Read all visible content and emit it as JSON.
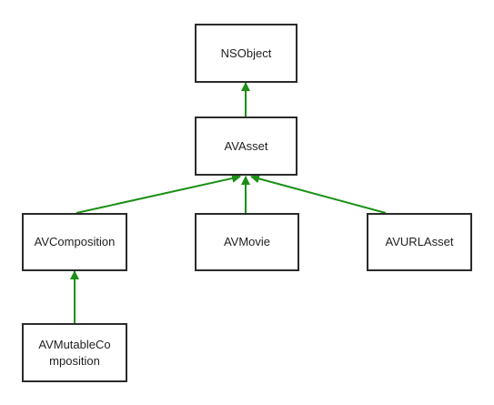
{
  "diagram": {
    "edge_color": "#1a8f14",
    "nodes": {
      "nsobject": "NSObject",
      "avasset": "AVAsset",
      "avcomposition": "AVComposition",
      "avmovie": "AVMovie",
      "avurlasset": "AVURLAsset",
      "avmutablecomposition": "AVMutableComposition"
    },
    "edges": [
      {
        "from": "avasset",
        "to": "nsobject"
      },
      {
        "from": "avcomposition",
        "to": "avasset"
      },
      {
        "from": "avmovie",
        "to": "avasset"
      },
      {
        "from": "avurlasset",
        "to": "avasset"
      },
      {
        "from": "avmutablecomposition",
        "to": "avcomposition"
      }
    ]
  }
}
